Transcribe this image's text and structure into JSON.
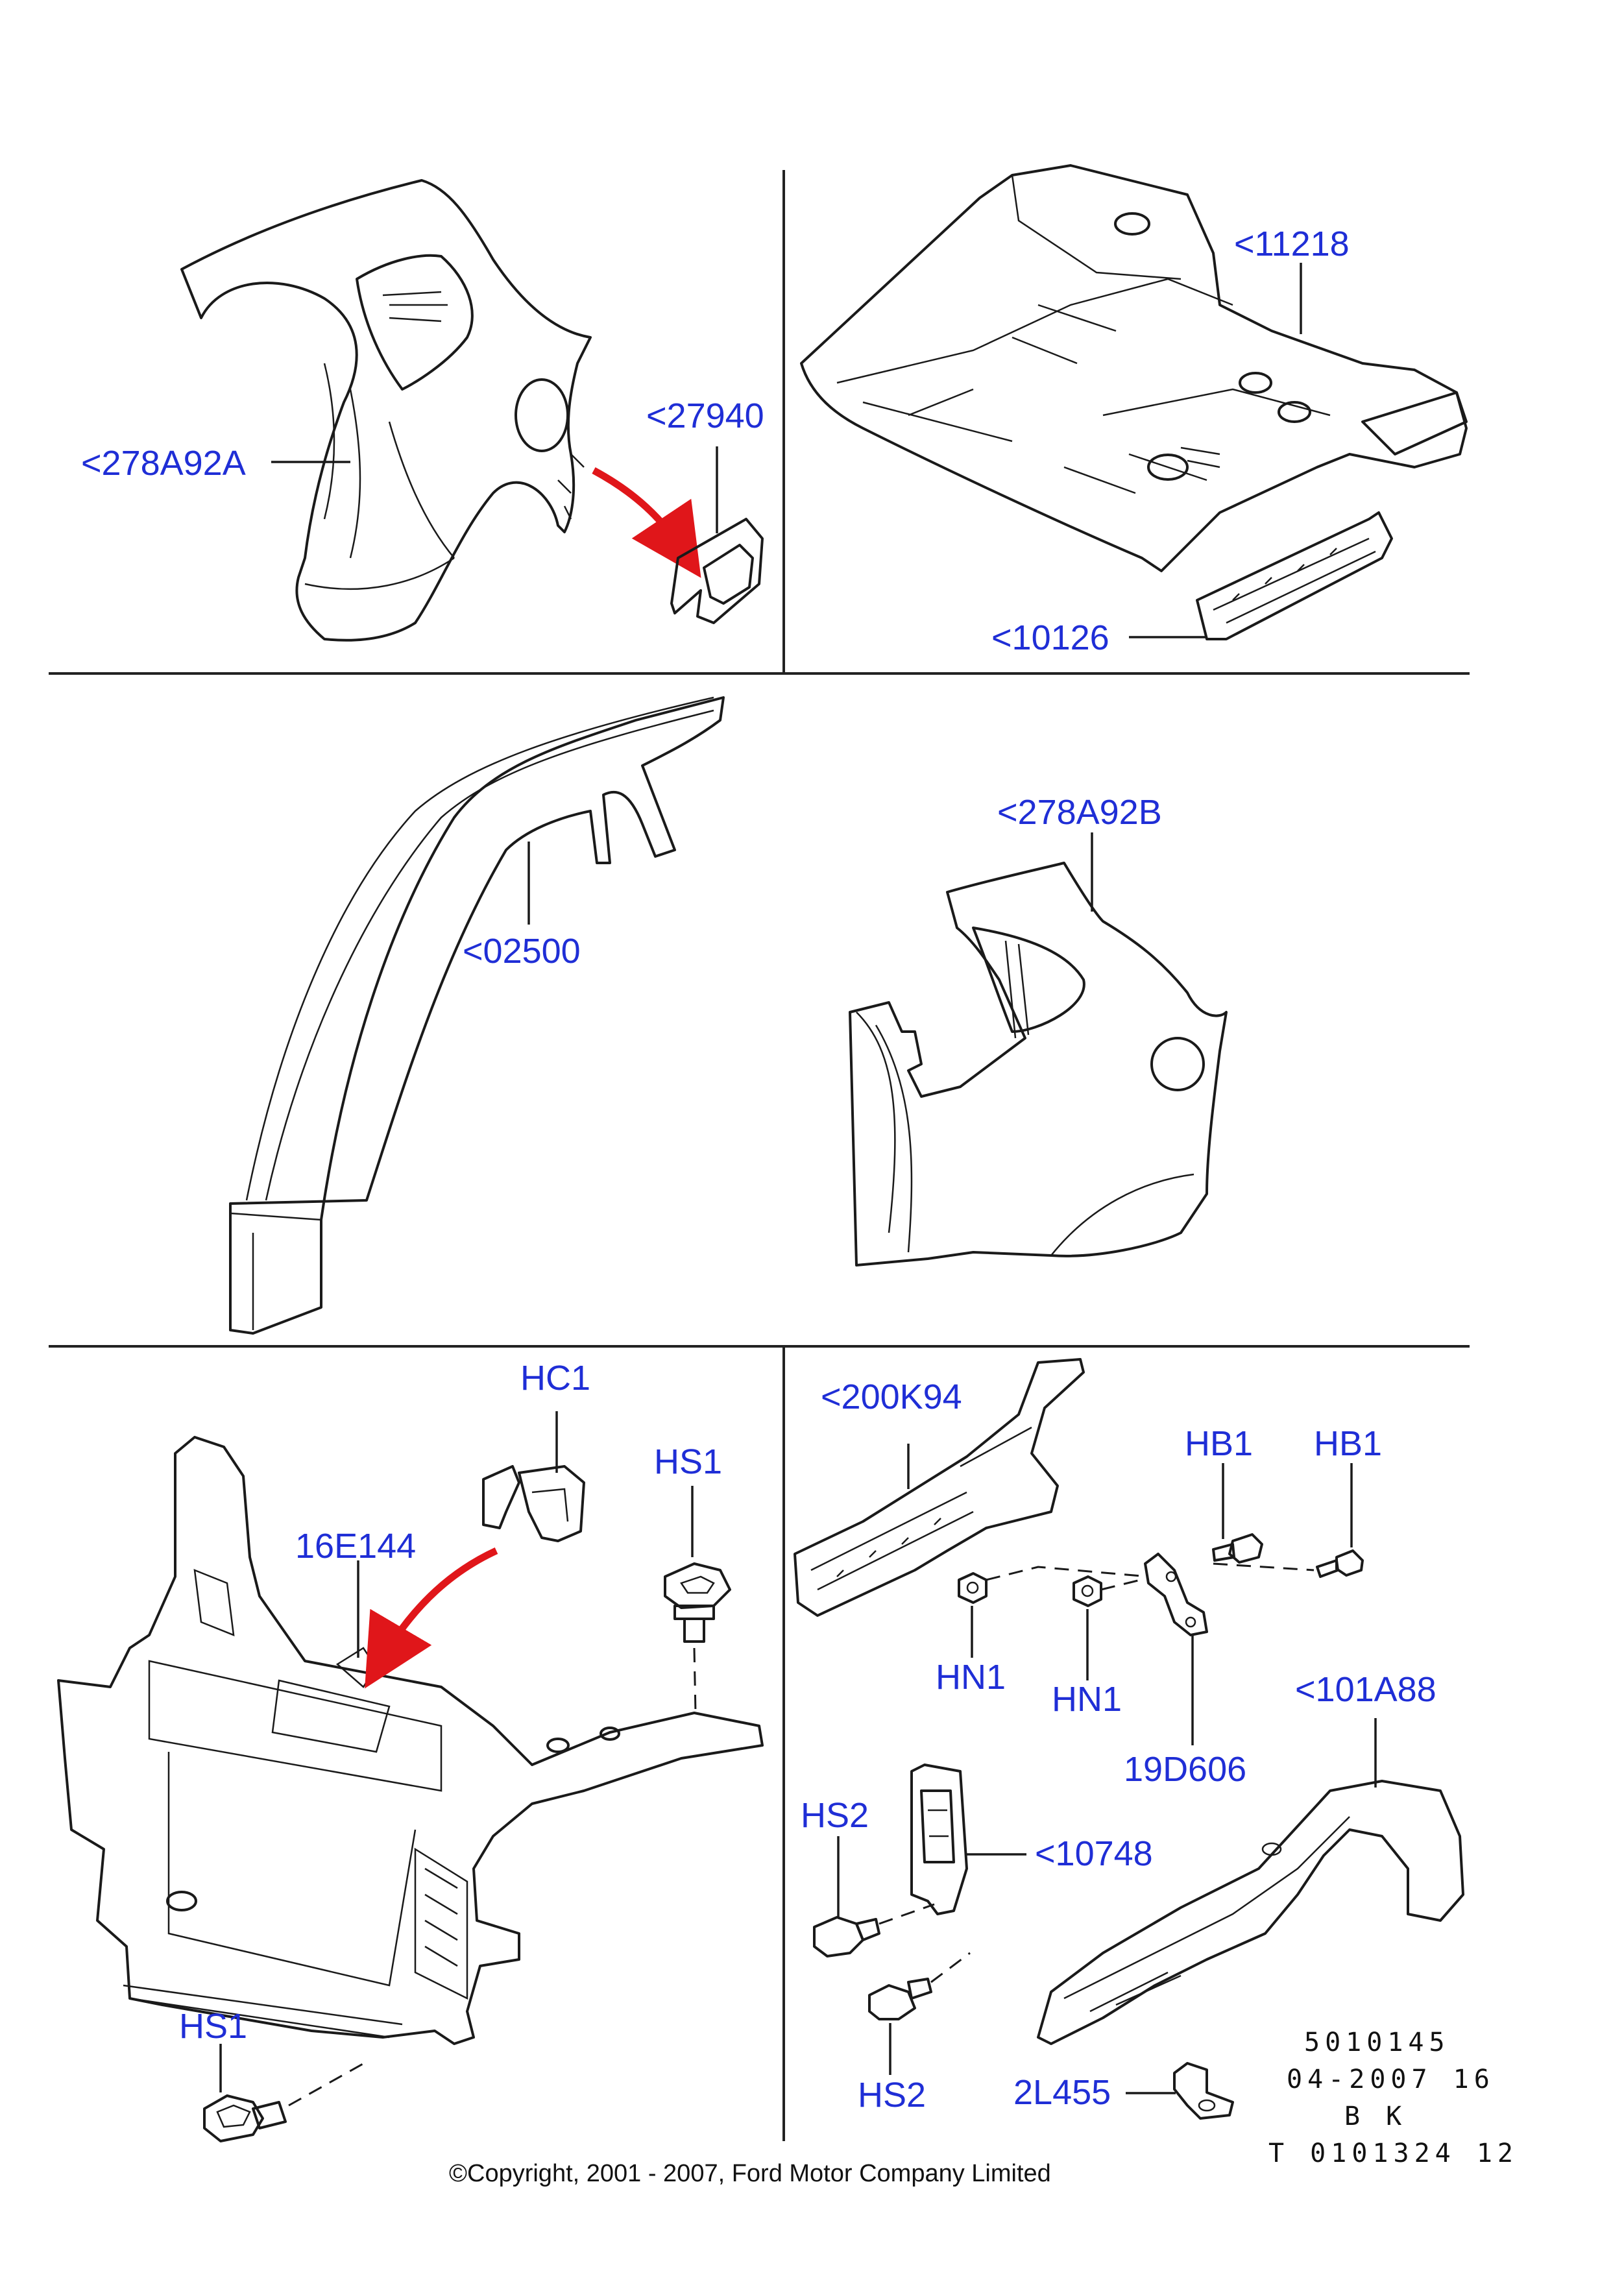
{
  "colors": {
    "callout": "#1f2ed6",
    "ink": "#1a1a1a",
    "arrow": "#e0161a"
  },
  "labels": {
    "p278A92A": "<278A92A",
    "p27940": "<27940",
    "p11218": "<11218",
    "p10126": "<10126",
    "p02500": "<02500",
    "p278A92B": "<278A92B",
    "hc1": "HC1",
    "hs1_top": "HS1",
    "p16E144": "16E144",
    "hs1_bottom": "HS1",
    "p200K94": "<200K94",
    "hb1_left": "HB1",
    "hb1_right": "HB1",
    "hn1_left": "HN1",
    "hn1_right": "HN1",
    "p19D606": "19D606",
    "p101A88": "<101A88",
    "hs2_top": "HS2",
    "p10748": "<10748",
    "hs2_bottom": "HS2",
    "p2L455": "2L455"
  },
  "footer": {
    "code_line1": "5010145",
    "code_line2": "04-2007 16",
    "code_line3": "B K",
    "code_line4": "T 0101324 12",
    "copyright": "©Copyright, 2001 - 2007, Ford Motor Company Limited"
  }
}
